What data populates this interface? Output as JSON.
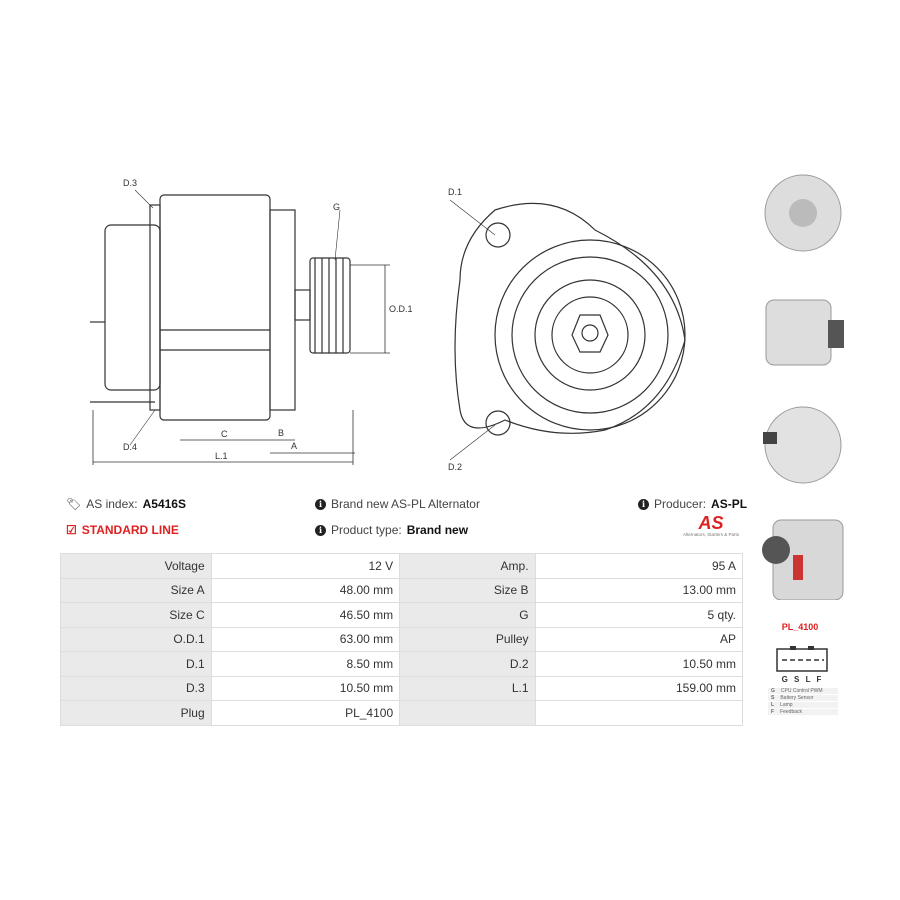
{
  "drawing": {
    "labels": {
      "d3": "D.3",
      "d4": "D.4",
      "g": "G",
      "od1": "O.D.1",
      "a": "A",
      "b": "B",
      "c": "C",
      "l1": "L.1",
      "d1": "D.1",
      "d2": "D.2"
    }
  },
  "info": {
    "as_index_label": "AS index:",
    "as_index_value": "A5416S",
    "standard_line": "STANDARD LINE",
    "description": "Brand new AS-PL Alternator",
    "product_type_label": "Product type:",
    "product_type_value": "Brand new",
    "producer_label": "Producer:",
    "producer_value": "AS-PL",
    "logo_text": "AS",
    "logo_tagline": "Alternators, Starters & Parts"
  },
  "specs": [
    [
      "Voltage",
      "12 V",
      "Amp.",
      "95 A"
    ],
    [
      "Size A",
      "48.00 mm",
      "Size B",
      "13.00 mm"
    ],
    [
      "Size C",
      "46.50 mm",
      "G",
      "5 qty."
    ],
    [
      "O.D.1",
      "63.00 mm",
      "Pulley",
      "AP"
    ],
    [
      "D.1",
      "8.50 mm",
      "D.2",
      "10.50 mm"
    ],
    [
      "D.3",
      "10.50 mm",
      "L.1",
      "159.00 mm"
    ],
    [
      "Plug",
      "PL_4100",
      "",
      ""
    ]
  ],
  "plug": {
    "name": "PL_4100",
    "pins": "G S L F",
    "legend": [
      [
        "G",
        "CPU Control PWM"
      ],
      [
        "S",
        "Battery Sensor"
      ],
      [
        "L",
        "Lamp"
      ],
      [
        "F",
        "Feedback"
      ]
    ]
  },
  "colors": {
    "accent": "#e02020"
  }
}
